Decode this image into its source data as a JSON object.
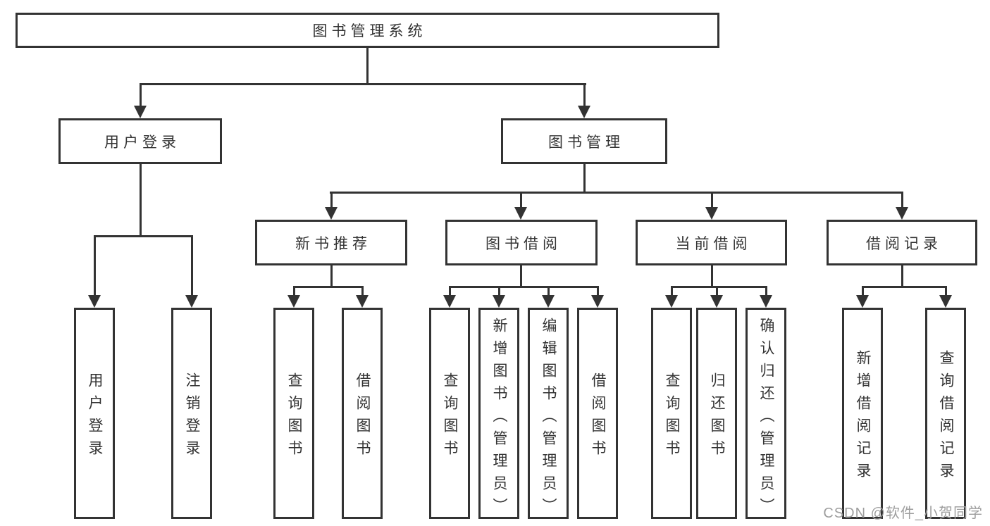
{
  "diagram": {
    "title": "图书管理系统",
    "level2": {
      "userLogin": "用户登录",
      "bookMgmt": "图书管理"
    },
    "level3": {
      "newBookRec": "新书推荐",
      "bookBorrow": "图书借阅",
      "currentBorrow": "当前借阅",
      "borrowRecord": "借阅记录"
    },
    "leaves": {
      "userLogin": [
        "用户登录",
        "注销登录"
      ],
      "newBookRec": [
        "查询图书",
        "借阅图书"
      ],
      "bookBorrow": [
        "查询图书",
        "新增图书（管理员）",
        "编辑图书（管理员）",
        "借阅图书"
      ],
      "currentBorrow": [
        "查询图书",
        "归还图书",
        "确认归还（管理员）"
      ],
      "borrowRecord": [
        "新增借阅记录",
        "查询借阅记录"
      ]
    }
  },
  "watermark": "CSDN @软件_小贺同学",
  "colors": {
    "line": "#333333",
    "text": "#333333",
    "background": "#ffffff",
    "watermark": "#9e9e9e"
  }
}
